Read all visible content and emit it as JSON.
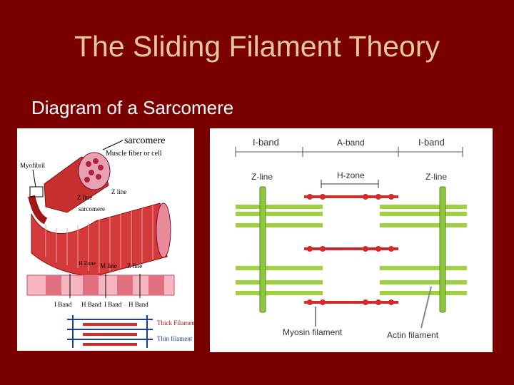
{
  "slide": {
    "title": "The Sliding Filament Theory",
    "subtitle": "Diagram of a Sarcomere"
  },
  "left_figure": {
    "sarcomere": "sarcomere",
    "muscle_fiber": "Muscle fiber or cell",
    "myofibril": "Myofibril",
    "z_line_upper": "Z line",
    "z_line_mid": "Z line",
    "sarcomere_label": "sarcomere",
    "h_zone": "H Zone",
    "m_line": "M line",
    "z_line_low": "Z line",
    "i_band_1": "I Band",
    "h_band_1": "H Band",
    "i_band_2": "I Band",
    "h_band_2": "H Band",
    "thick_filament": "Thick Filament",
    "thin_filament": "Thin filament"
  },
  "right_figure": {
    "i_band_left": "I-band",
    "a_band": "A-band",
    "i_band_right": "I-band",
    "z_line_left": "Z-line",
    "h_zone": "H-zone",
    "z_line_right": "Z-line",
    "myosin": "Myosin filament",
    "actin": "Actin filament"
  },
  "colors": {
    "background": "#7a0000",
    "title": "#e6c89a",
    "actin": "#9fd040",
    "myosin": "#d42a2a",
    "z_line": "#8dc63f"
  }
}
